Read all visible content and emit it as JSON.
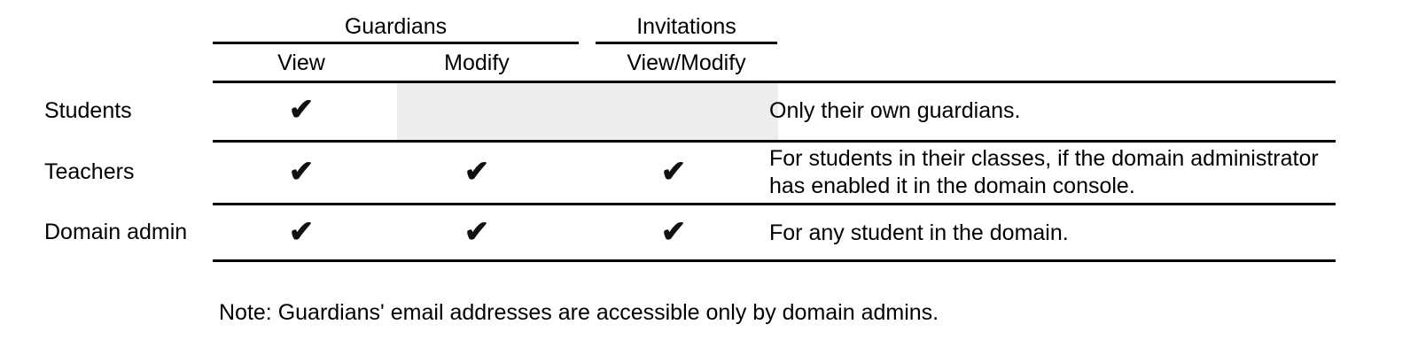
{
  "table": {
    "column_groups": [
      {
        "label": "Guardians",
        "span": 2
      },
      {
        "label": "Invitations",
        "span": 1
      }
    ],
    "columns": [
      {
        "label": "View"
      },
      {
        "label": "Modify"
      },
      {
        "label": "View/Modify"
      }
    ],
    "rows": [
      {
        "label": "Students",
        "cells": [
          {
            "state": "check",
            "mark": "✔"
          },
          {
            "state": "shaded",
            "mark": ""
          },
          {
            "state": "shaded",
            "mark": ""
          }
        ],
        "description": "Only their own guardians."
      },
      {
        "label": "Teachers",
        "cells": [
          {
            "state": "check",
            "mark": "✔"
          },
          {
            "state": "check",
            "mark": "✔"
          },
          {
            "state": "check",
            "mark": "✔"
          }
        ],
        "description": "For students in their classes, if the domain administrator\nhas enabled it in the domain console."
      },
      {
        "label": "Domain admin",
        "cells": [
          {
            "state": "check",
            "mark": "✔"
          },
          {
            "state": "check",
            "mark": "✔"
          },
          {
            "state": "check",
            "mark": "✔"
          }
        ],
        "description": "For any student in the domain."
      }
    ]
  },
  "footnote": "Note: Guardians' email addresses are accessible only by domain admins.",
  "colors": {
    "rule": "#000000",
    "shaded_cell": "#ededed",
    "text": "#000000"
  }
}
